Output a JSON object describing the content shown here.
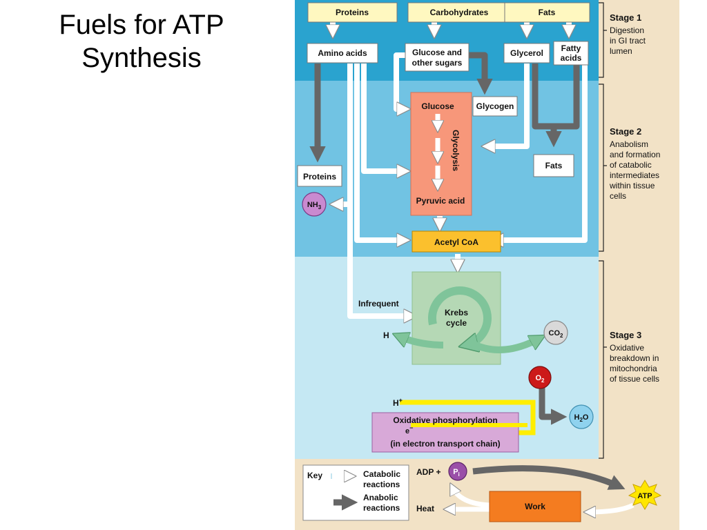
{
  "title_line1": "Fuels for ATP",
  "title_line2": "Synthesis",
  "stage1": {
    "title": "Stage 1",
    "l1": "Digestion",
    "l2": "in GI tract",
    "l3": "lumen"
  },
  "stage2": {
    "title": "Stage 2",
    "l1": "Anabolism",
    "l2": "and formation",
    "l3": "of catabolic",
    "l4": "intermediates",
    "l5": "within tissue",
    "l6": "cells"
  },
  "stage3": {
    "title": "Stage 3",
    "l1": "Oxidative",
    "l2": "breakdown in",
    "l3": "mitochondria",
    "l4": "of tissue cells"
  },
  "boxes": {
    "proteins": "Proteins",
    "carbohydrates": "Carbohydrates",
    "fats": "Fats",
    "amino_acids": "Amino acids",
    "glucose_sugars_1": "Glucose and",
    "glucose_sugars_2": "other sugars",
    "glycerol": "Glycerol",
    "fatty_acids_1": "Fatty",
    "fatty_acids_2": "acids",
    "glucose": "Glucose",
    "glycogen": "Glycogen",
    "glycolysis": "Glycolysis",
    "pyruvic_acid": "Pyruvic acid",
    "proteins_tissue": "Proteins",
    "fats_tissue": "Fats",
    "nh3": "NH",
    "nh3_sub": "3",
    "acetyl_coa": "Acetyl CoA",
    "infrequent": "Infrequent",
    "krebs_1": "Krebs",
    "krebs_2": "cycle",
    "h": "H",
    "co2": "CO",
    "co2_sub": "2",
    "o2": "O",
    "o2_sub": "2",
    "h_plus": "H",
    "h_plus_sup": "+",
    "e_minus": "e",
    "e_minus_sup": "−",
    "ox_phos": "Oxidative phosphorylation",
    "etc": "(in electron transport chain)",
    "h2o_1": "H",
    "h2o_sub": "2",
    "h2o_2": "O"
  },
  "key": {
    "label": "Key",
    "catabolic_1": "Catabolic",
    "catabolic_2": "reactions",
    "anabolic_1": "Anabolic",
    "anabolic_2": "reactions",
    "adp": "ADP +",
    "pi": "P",
    "pi_sub": "i",
    "heat": "Heat",
    "work": "Work",
    "atp": "ATP"
  },
  "colors": {
    "stage1_bg": "#2aa3cf",
    "stage2_bg": "#71c3e3",
    "stage3_bg": "#c5e8f3",
    "side_bg": "#f2e2c6",
    "glycolysis_box": "#f7977a",
    "acetyl_coa": "#fbc02d",
    "krebs_box": "#b5d8b5",
    "krebs_cycle": "#7fc49a",
    "ox_phos": "#d8a9d8",
    "yellow_line": "#ffee00",
    "anabolic_arrow": "#666666",
    "o2_ball": "#cc1a1a",
    "nh3_ball": "#c98ad0",
    "co2_ball": "#d9d9d9",
    "h2o_ball": "#8fd2ee",
    "work_box": "#f47c20",
    "atp_star": "#ffe600"
  }
}
